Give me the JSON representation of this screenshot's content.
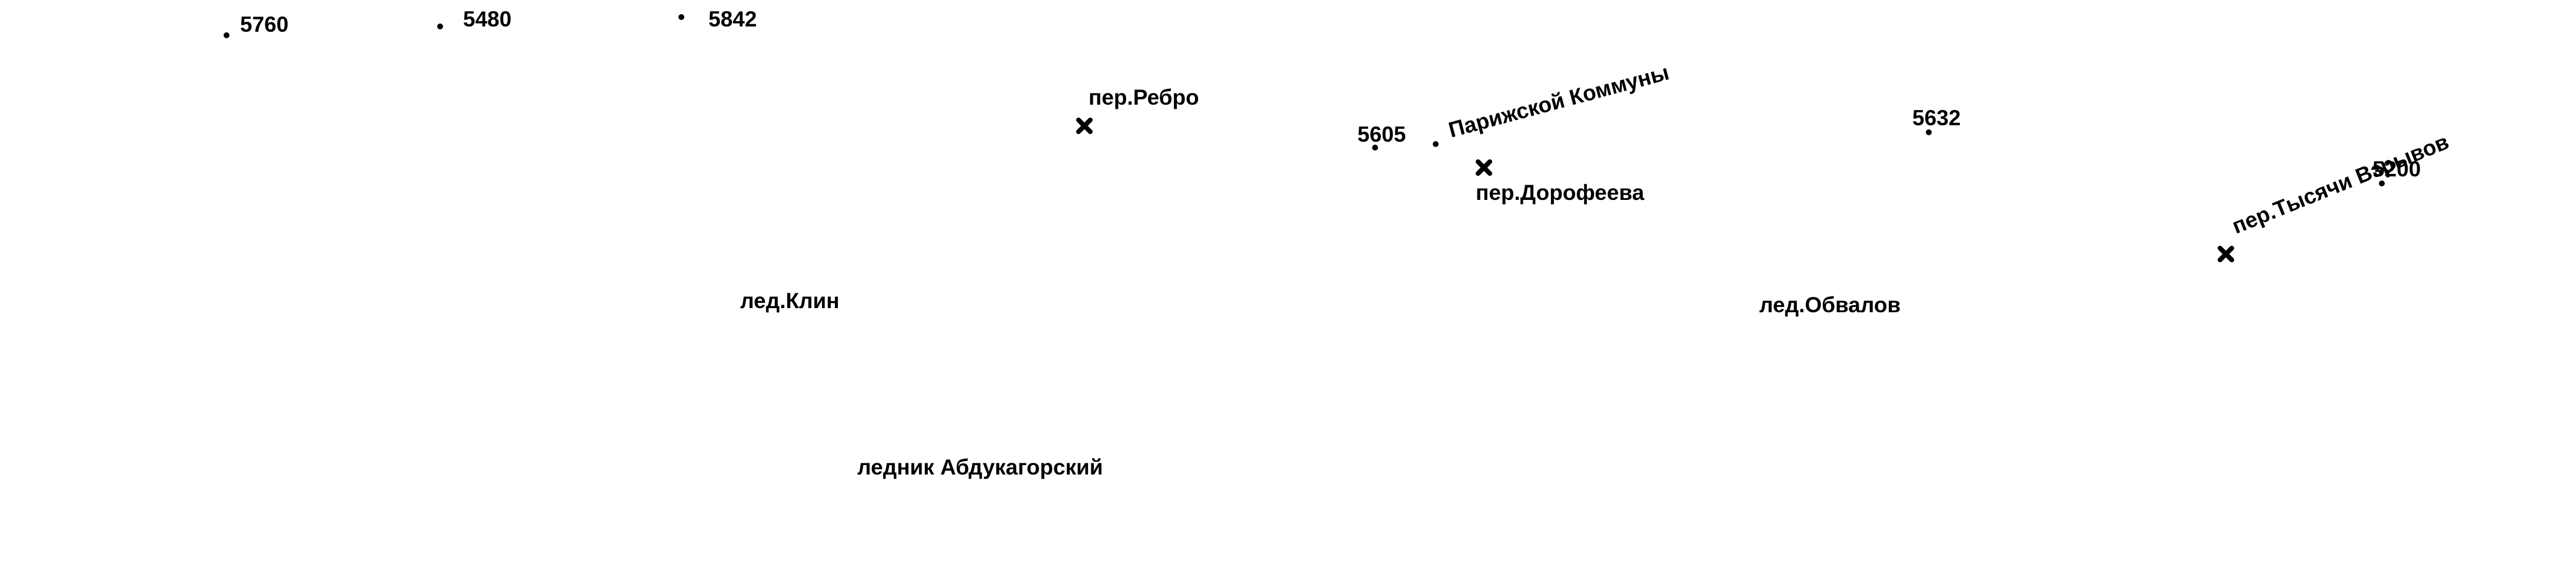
{
  "map": {
    "colors": {
      "background": "#ffffff",
      "ink": "#000000"
    },
    "elevations": [
      {
        "id": "e5760",
        "value": "5760"
      },
      {
        "id": "e5480",
        "value": "5480"
      },
      {
        "id": "e5842",
        "value": "5842"
      },
      {
        "id": "e5605",
        "value": "5605"
      },
      {
        "id": "e5632",
        "value": "5632"
      },
      {
        "id": "e5200",
        "value": "5200"
      }
    ],
    "passes": [
      {
        "id": "rebro",
        "label": "пер.Ребро",
        "symbol": "pass-cross-icon"
      },
      {
        "id": "parizhskoy",
        "label": "Парижской Коммуны",
        "symbol": "peak-dot-icon"
      },
      {
        "id": "dorofeeva",
        "label": "пер.Дорофеева",
        "symbol": "pass-cross-icon"
      },
      {
        "id": "tysyachi",
        "label": "пер.Тысячи Взрывов",
        "symbol": "pass-cross-icon"
      }
    ],
    "glaciers": [
      {
        "id": "klin",
        "label": "лед.Клин"
      },
      {
        "id": "obvalov",
        "label": "лед.Обвалов"
      },
      {
        "id": "abdukagorsky",
        "label": "ледник Абдукагорский"
      }
    ]
  }
}
